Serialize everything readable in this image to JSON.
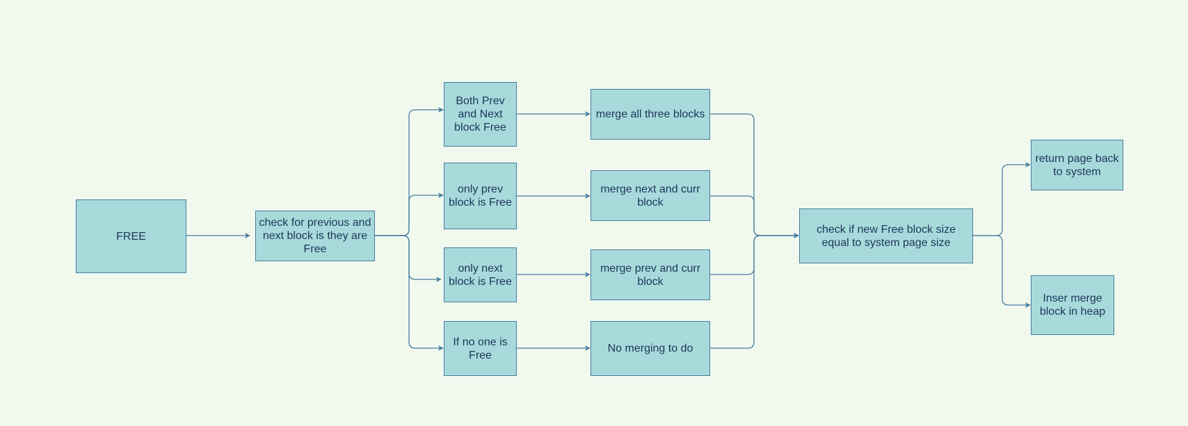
{
  "colors": {
    "background": "#f1f9ef",
    "node_fill": "#a8dadc",
    "node_stroke": "#457b9d",
    "edge": "#457b9d",
    "text": "#1d3557"
  },
  "nodes": {
    "free": "FREE",
    "check_neighbors": "check for previous and next block is they are Free",
    "both_free": "Both Prev and Next block Free",
    "only_prev_free": "only prev block is Free",
    "only_next_free": "only next block is Free",
    "none_free": "If no one is Free",
    "merge_all": "merge all three blocks",
    "merge_next_curr": "merge next and curr block",
    "merge_prev_curr": "merge prev and curr block",
    "no_merge": "No merging to do",
    "check_page_size": "check if new Free block size equal to system page size",
    "return_page": "return page back to system",
    "insert_heap": "Inser merge block in heap"
  }
}
